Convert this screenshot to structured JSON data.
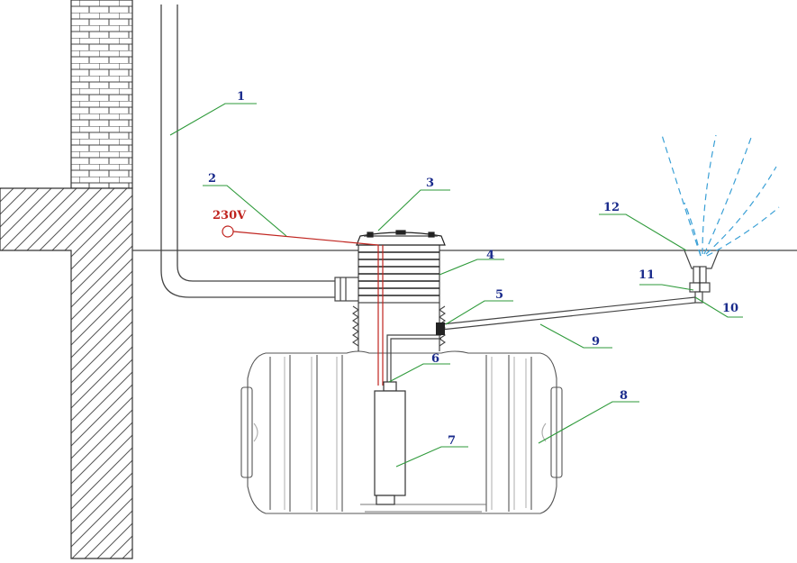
{
  "voltage_label": "230V",
  "callouts": [
    {
      "id": "1",
      "text": "1"
    },
    {
      "id": "2",
      "text": "2"
    },
    {
      "id": "3",
      "text": "3"
    },
    {
      "id": "4",
      "text": "4"
    },
    {
      "id": "5",
      "text": "5"
    },
    {
      "id": "6",
      "text": "6"
    },
    {
      "id": "7",
      "text": "7"
    },
    {
      "id": "8",
      "text": "8"
    },
    {
      "id": "9",
      "text": "9"
    },
    {
      "id": "10",
      "text": "10"
    },
    {
      "id": "11",
      "text": "11"
    },
    {
      "id": "12",
      "text": "12"
    }
  ],
  "colors": {
    "line": "#333333",
    "leader": "#2e9a3a",
    "label": "#1a2b8c",
    "cable": "#c0241f",
    "spray": "#3aa0d6"
  }
}
